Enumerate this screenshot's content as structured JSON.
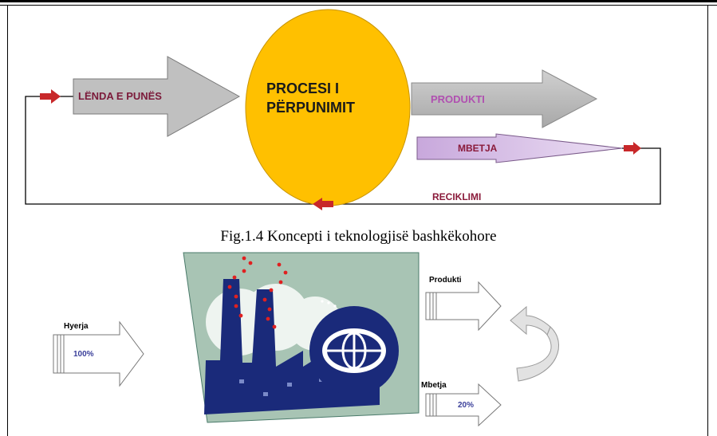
{
  "diagram1": {
    "input_label": "LËNDA E PUNËS",
    "process_line1": "PROCESI I",
    "process_line2": "PËRPUNIMIT",
    "product_label": "PRODUKTI",
    "waste_label": "MBETJA",
    "recycle_label": "RECIKLIMI",
    "colors": {
      "arrow_fill": "#c0c0c0",
      "arrow_text": "#7b1a3a",
      "oval_fill": "#ffc000",
      "product_fill": "#bcbcbc",
      "product_text": "#b050b0",
      "waste_fill": "#d8c0e8",
      "waste_text": "#8a1a3a",
      "loop_arrow": "#c8282a"
    }
  },
  "caption": "Fig.1.4 Koncepti i teknologjisë bashkëkohore",
  "diagram2": {
    "input_label": "Hyerja",
    "input_value": "100%",
    "product_label": "Produkti",
    "waste_label": "Mbetja",
    "waste_value": "20%",
    "icons": [
      "factory-icon",
      "globe-icon",
      "curved-arrow-icon"
    ],
    "colors": {
      "factory_blue": "#1a2a7a",
      "smoke_red": "#e02020",
      "panel_bg": "#a8c4b4"
    }
  }
}
